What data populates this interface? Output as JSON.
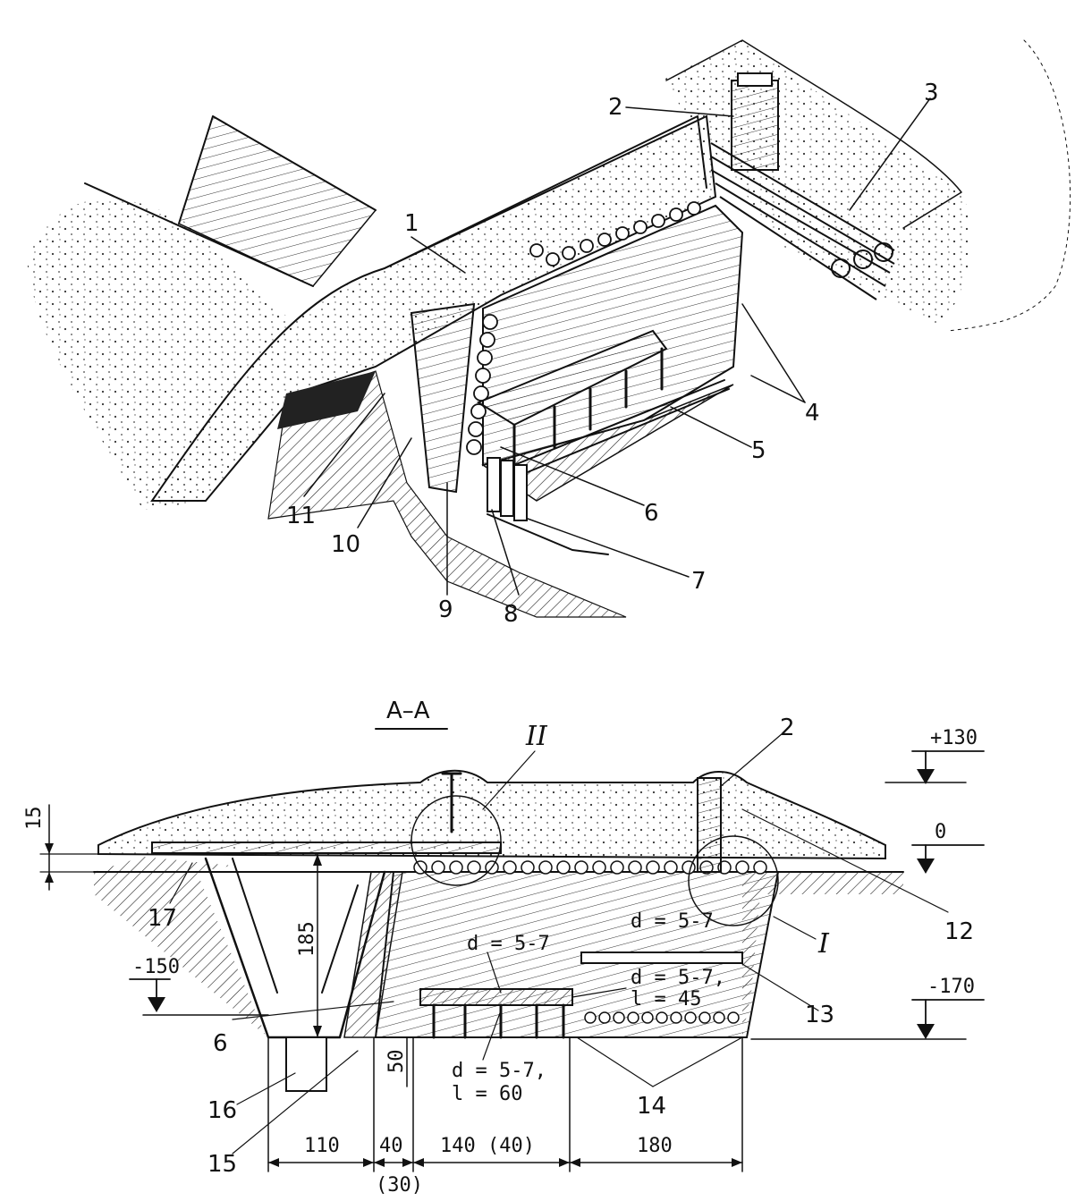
{
  "top_view": {
    "callouts": [
      "1",
      "2",
      "3",
      "4",
      "5",
      "6",
      "7",
      "8",
      "9",
      "10",
      "11"
    ]
  },
  "section": {
    "title": "А–А",
    "roman_2": "II",
    "roman_1": "I",
    "callouts": {
      "c2": "2",
      "c12": "12",
      "c17": "17",
      "c6": "6",
      "c16": "16",
      "c15": "15",
      "c13": "13",
      "c14": "14"
    },
    "levels": {
      "top": "+130",
      "zero": "0",
      "minus150": "-150",
      "minus170": "-170"
    },
    "dims": {
      "thickness": "15",
      "height": "185",
      "gap": "50",
      "w1": "110",
      "w2": "40",
      "w2_alt": "(30)",
      "w3": "140 (40)",
      "w4": "180"
    },
    "notes": {
      "d1": "d = 5-7",
      "d2": "d = 5-7",
      "d3_a": "d = 5-7,",
      "d3_b": "l = 45",
      "d4_a": "d = 5-7,",
      "d4_b": "l = 60"
    }
  }
}
